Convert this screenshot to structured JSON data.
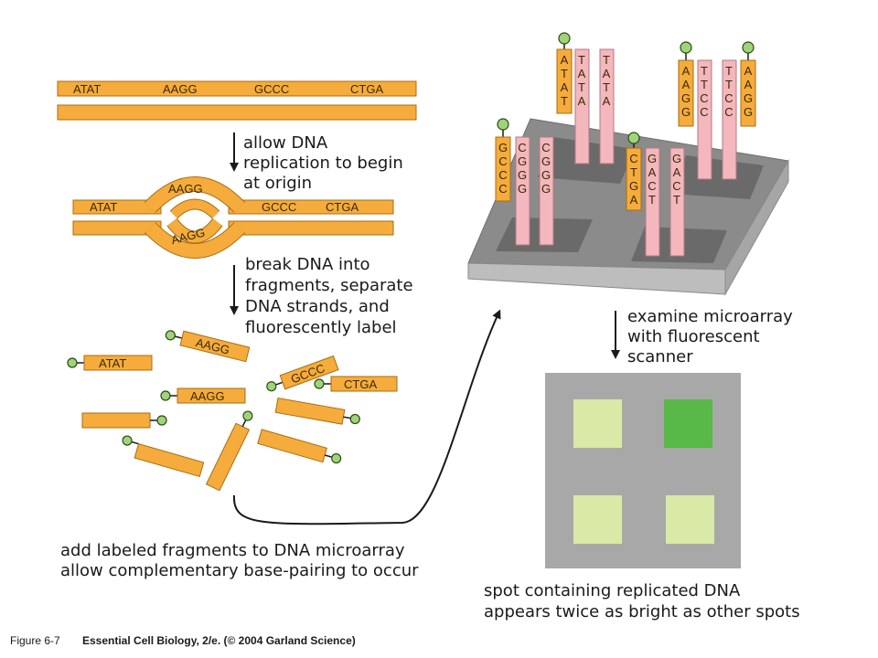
{
  "colors": {
    "strand": "#f5ac3c",
    "strand_edge": "#a86d12",
    "probe": "#f3b7bd",
    "probe_edge": "#b07a80",
    "label_dot": "#9fd47a",
    "chip_top": "#8b8b8b",
    "chip_side": "#b9b9b9",
    "scan_bg": "#a8a8a8",
    "spot_dim": "#d8eaa6",
    "spot_bright": "#58b848",
    "arrow": "#1a1a1a"
  },
  "dna": {
    "top_strand": [
      "ATAT",
      "AAGG",
      "GCCC",
      "CTGA"
    ],
    "bubble_upper": "AAGG",
    "bubble_lower": "AAGG",
    "replicating_left": "ATAT",
    "replicating_right": [
      "GCCC",
      "CTGA"
    ]
  },
  "steps": {
    "step1": [
      "allow DNA",
      "replication to begin",
      "at origin"
    ],
    "step2": [
      "break DNA into",
      "fragments, separate",
      "DNA strands, and",
      "fluorescently label"
    ],
    "step3": [
      "add labeled fragments to DNA microarray",
      "allow complementary base-pairing to occur"
    ],
    "step4": [
      "examine microarray",
      "with fluorescent",
      "scanner"
    ],
    "result": [
      "spot containing replicated DNA",
      "appears twice as bright as other spots"
    ]
  },
  "fragments": {
    "atat": "ATAT",
    "aagg1": "AAGG",
    "gccc": "GCCC",
    "ctga": "CTGA",
    "aagg2": "AAGG"
  },
  "microarray": {
    "probes": {
      "p1": "ATAT",
      "p2": "TATA",
      "p3": "AAGG",
      "p4": "TTCC",
      "p5": "TTCC",
      "p6": "AAGG",
      "p7": "GCCC",
      "p8": "CGGG",
      "p9": "CGGG",
      "p10": "CTGA",
      "p11": "GACT",
      "p12": "GACT"
    }
  },
  "scan": {
    "spot_levels": [
      0.4,
      1.0,
      0.4,
      0.4
    ]
  },
  "caption": {
    "figure": "Figure 6-7",
    "book": "Essential Cell Biology, 2/e. (© 2004 Garland Science)"
  }
}
